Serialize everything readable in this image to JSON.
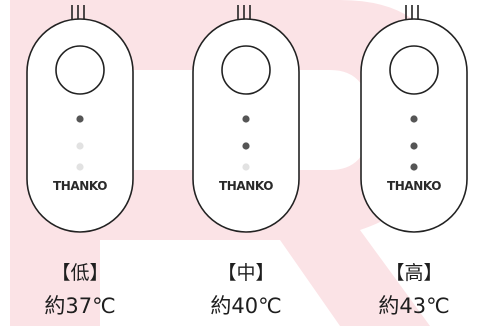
{
  "brand_color": "#fbe3e6",
  "dot_on_color": "#555555",
  "dot_off_color": "#e2e2e2",
  "devices": [
    {
      "brand": "THANKO",
      "level": "【低】",
      "temp": "約37℃",
      "lit_dots": 1,
      "icon": "heater-device-icon"
    },
    {
      "brand": "THANKO",
      "level": "【中】",
      "temp": "約40℃",
      "lit_dots": 2,
      "icon": "heater-device-icon"
    },
    {
      "brand": "THANKO",
      "level": "【高】",
      "temp": "約43℃",
      "lit_dots": 3,
      "icon": "heater-device-icon"
    }
  ]
}
